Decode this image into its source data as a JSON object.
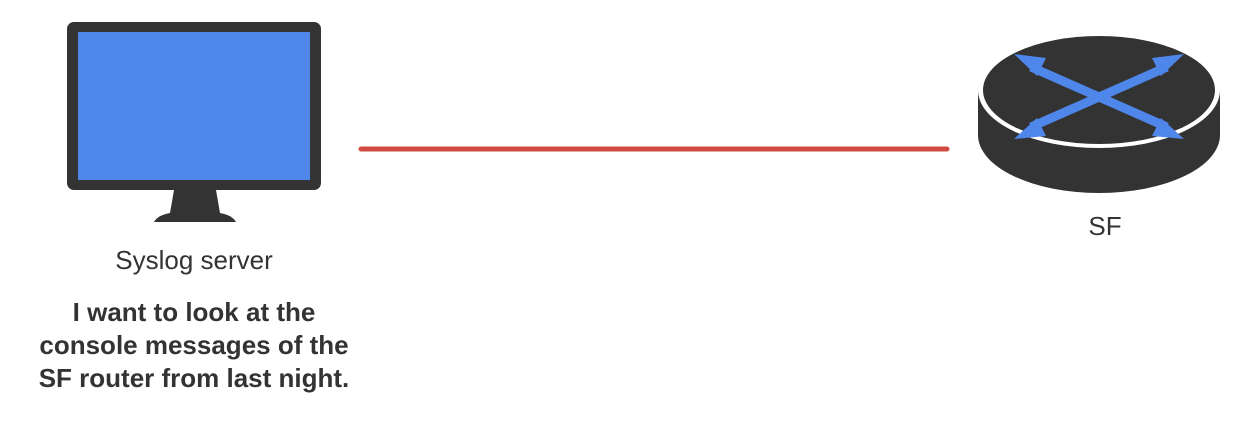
{
  "nodes": {
    "server": {
      "label": "Syslog server",
      "icon": "monitor-icon",
      "screen_color": "#4f86ea",
      "body_color": "#333333"
    },
    "router": {
      "label": "SF",
      "icon": "router-icon",
      "body_color": "#333333",
      "arrow_color": "#4f86ea"
    }
  },
  "link": {
    "color": "#d04a3f"
  },
  "message": {
    "lines": [
      "I want to look at the",
      "console messages of the",
      "SF router from last night."
    ]
  }
}
